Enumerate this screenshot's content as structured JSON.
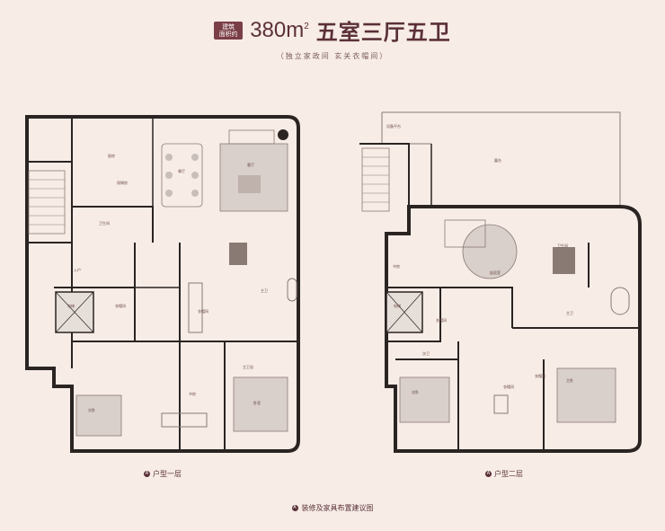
{
  "header": {
    "badge": "建筑\n面积约",
    "area_value": "380m",
    "area_sup": "2",
    "title": "五室三厅五卫",
    "subtitle": "（独立家政间  玄关衣帽间）"
  },
  "plans": [
    {
      "caption_marker": "A",
      "caption": "户型一层",
      "rooms": [
        "厨房",
        "餐厅",
        "客厅",
        "保姆房",
        "卫生间",
        "入户",
        "电梯",
        "衣帽间",
        "主卫",
        "衣帽间",
        "主卫浴",
        "次卧",
        "书房",
        "卧室"
      ]
    },
    {
      "caption_marker": "A",
      "caption": "户型二层",
      "rooms": [
        "设备平台",
        "露台",
        "起居室",
        "书房",
        "卫生间",
        "电梯",
        "主卫",
        "次卫",
        "衣帽间",
        "主卧",
        "衣帽间",
        "次卧",
        "衣帽间"
      ]
    }
  ],
  "footer": {
    "marker": "A",
    "text": "装修及家具布置建议图"
  },
  "colors": {
    "wall": "#2a2422",
    "line": "#8a7a74",
    "rug": "#d9cfcb",
    "accent": "#5b3038",
    "badge": "#7a3e46"
  }
}
